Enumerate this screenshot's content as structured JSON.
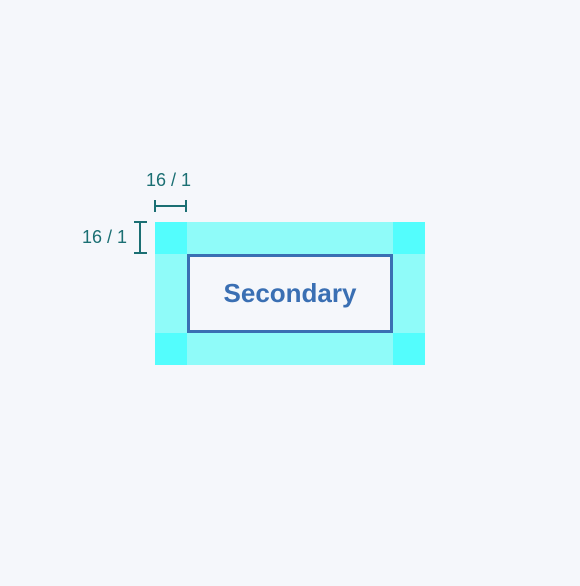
{
  "diagram": {
    "button_label": "Secondary",
    "horizontal_spacing_label": "16 / 1",
    "vertical_spacing_label": "16 / 1",
    "colors": {
      "background": "#f5f7fb",
      "spacing_fill": "#8ffbf9",
      "corner_fill": "#53fdfd",
      "button_outline": "#3a6fb3",
      "dimension": "#1b6f73"
    }
  }
}
